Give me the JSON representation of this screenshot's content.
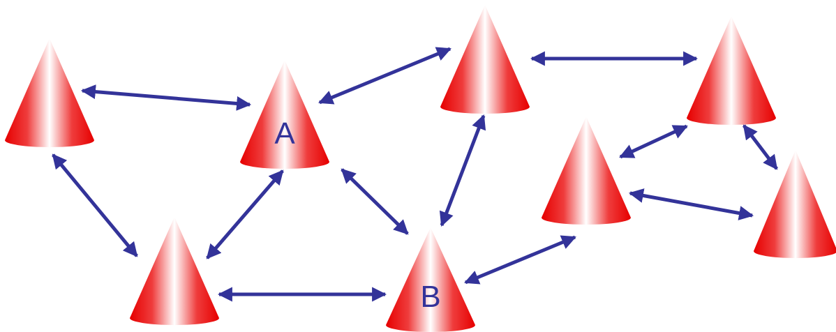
{
  "diagram": {
    "colors": {
      "cone_dark": "#e60000",
      "cone_light": "#ffffff",
      "cone_mid": "#f04040",
      "arrow": "#333399",
      "label": "#333399"
    },
    "nodes": [
      {
        "id": "n1",
        "label": ""
      },
      {
        "id": "a",
        "label": "A"
      },
      {
        "id": "n2",
        "label": ""
      },
      {
        "id": "n3",
        "label": ""
      },
      {
        "id": "n4",
        "label": ""
      },
      {
        "id": "n5",
        "label": ""
      },
      {
        "id": "b",
        "label": "B"
      },
      {
        "id": "n6",
        "label": ""
      }
    ],
    "edges": [
      {
        "from": "n1",
        "to": "a"
      },
      {
        "from": "a",
        "to": "n2"
      },
      {
        "from": "n2",
        "to": "n3"
      },
      {
        "from": "n1",
        "to": "n5"
      },
      {
        "from": "a",
        "to": "n5"
      },
      {
        "from": "a",
        "to": "b"
      },
      {
        "from": "n5",
        "to": "b"
      },
      {
        "from": "n2",
        "to": "b"
      },
      {
        "from": "b",
        "to": "n4"
      },
      {
        "from": "n4",
        "to": "n3"
      },
      {
        "from": "n3",
        "to": "n6"
      },
      {
        "from": "n4",
        "to": "n6"
      }
    ]
  }
}
